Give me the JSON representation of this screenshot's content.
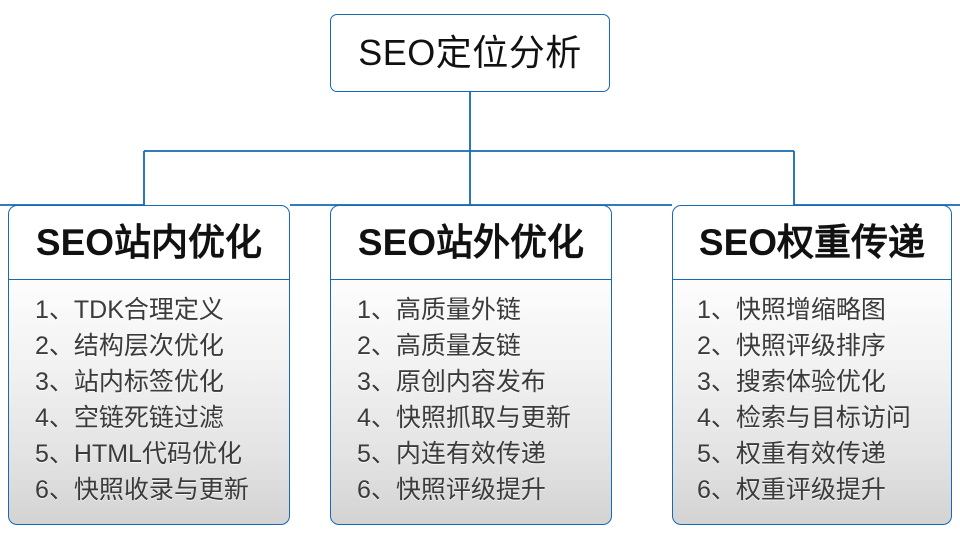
{
  "diagram": {
    "title": "SEO定位分析",
    "root": {
      "label": "SEO定位分析"
    },
    "columns": [
      {
        "header": "SEO站内优化",
        "items": [
          {
            "index": "1、",
            "text": "TDK合理定义"
          },
          {
            "index": "2、",
            "text": "结构层次优化"
          },
          {
            "index": "3、",
            "text": "站内标签优化"
          },
          {
            "index": "4、",
            "text": "空链死链过滤"
          },
          {
            "index": "5、",
            "text": "HTML代码优化"
          },
          {
            "index": "6、",
            "text": "快照收录与更新"
          }
        ]
      },
      {
        "header": "SEO站外优化",
        "items": [
          {
            "index": "1、",
            "text": "高质量外链"
          },
          {
            "index": "2、",
            "text": "高质量友链"
          },
          {
            "index": "3、",
            "text": "原创内容发布"
          },
          {
            "index": "4、",
            "text": "快照抓取与更新"
          },
          {
            "index": "5、",
            "text": "内连有效传递"
          },
          {
            "index": "6、",
            "text": "快照评级提升"
          }
        ]
      },
      {
        "header": "SEO权重传递",
        "items": [
          {
            "index": "1、",
            "text": "快照增缩略图"
          },
          {
            "index": "2、",
            "text": "快照评级排序"
          },
          {
            "index": "3、",
            "text": "搜索体验优化"
          },
          {
            "index": "4、",
            "text": "检索与目标访问"
          },
          {
            "index": "5、",
            "text": "权重有效传递"
          },
          {
            "index": "6、",
            "text": "权重评级提升"
          }
        ]
      }
    ],
    "colors": {
      "border": "#1569b5",
      "connector": "#1569b5",
      "header_background": "#ffffff",
      "body_gradient_top": "#fdfdfd",
      "body_gradient_bottom": "#d3d3d3",
      "root_text": "#111111",
      "item_text": "#3b3b3b"
    }
  }
}
